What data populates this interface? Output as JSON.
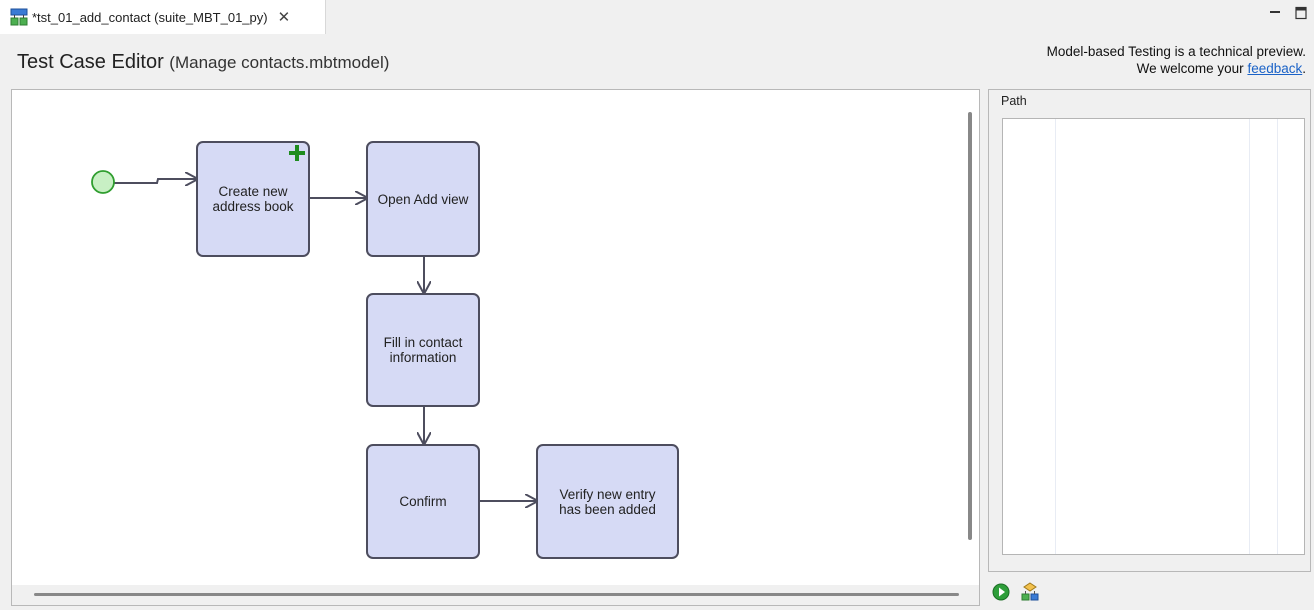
{
  "tab": {
    "label": "*tst_01_add_contact (suite_MBT_01_py)",
    "close_glyph": "✕",
    "icon": "model-icon"
  },
  "window_controls": {
    "minimize_icon": "minimize-icon",
    "maximize_icon": "maximize-icon"
  },
  "header": {
    "title": "Test Case Editor",
    "subtitle": "(Manage contacts.mbtmodel)",
    "note_line1": "Model-based Testing is a technical preview.",
    "note_line2_prefix": "We welcome your",
    "note_link": "feedback",
    "note_line2_suffix": "."
  },
  "diagram": {
    "nodes": [
      {
        "id": "create",
        "label_line1": "Create new",
        "label_line2": "address book",
        "badge": "plus-icon"
      },
      {
        "id": "open",
        "label_line1": "Open Add view",
        "label_line2": ""
      },
      {
        "id": "fill",
        "label_line1": "Fill in contact",
        "label_line2": "information"
      },
      {
        "id": "confirm",
        "label_line1": "Confirm",
        "label_line2": ""
      },
      {
        "id": "verify",
        "label_line1": "Verify new entry",
        "label_line2": "has been added"
      }
    ],
    "start_node": "start-circle",
    "colors": {
      "node_fill": "#d6daf5",
      "node_border": "#4d4d5e",
      "start_fill": "#c8f0c4",
      "start_border": "#2f9e2f",
      "badge": "#1e8c1e",
      "arrow": "#4d4d5e"
    }
  },
  "path_panel": {
    "legend": "Path"
  },
  "tools": {
    "run_icon": "run-icon",
    "hierarchy_icon": "hierarchy-icon"
  }
}
